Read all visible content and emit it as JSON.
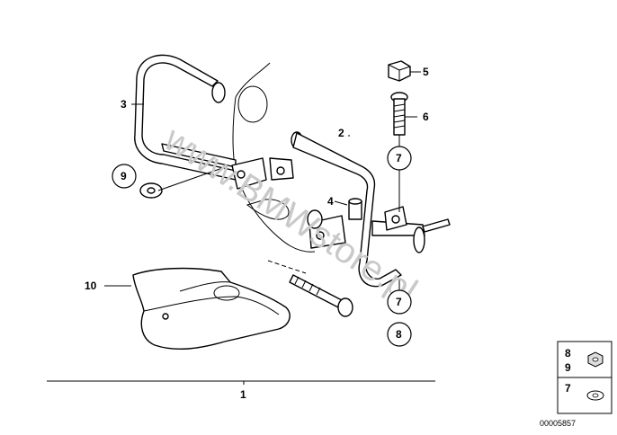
{
  "callouts": {
    "c1": "1",
    "c2": "2",
    "c3": "3",
    "c4": "4",
    "c5": "5",
    "c6": "6",
    "c7a": "7",
    "c7b": "7",
    "c8": "8",
    "c9": "9",
    "c10": "10"
  },
  "legend": {
    "top_a": "8",
    "top_b": "9",
    "bottom": "7"
  },
  "watermark": "www.BMWstore.pl",
  "diagram_code": "00005857",
  "colors": {
    "line": "#000000",
    "background": "#ffffff",
    "watermark": "#c9c9c9"
  }
}
